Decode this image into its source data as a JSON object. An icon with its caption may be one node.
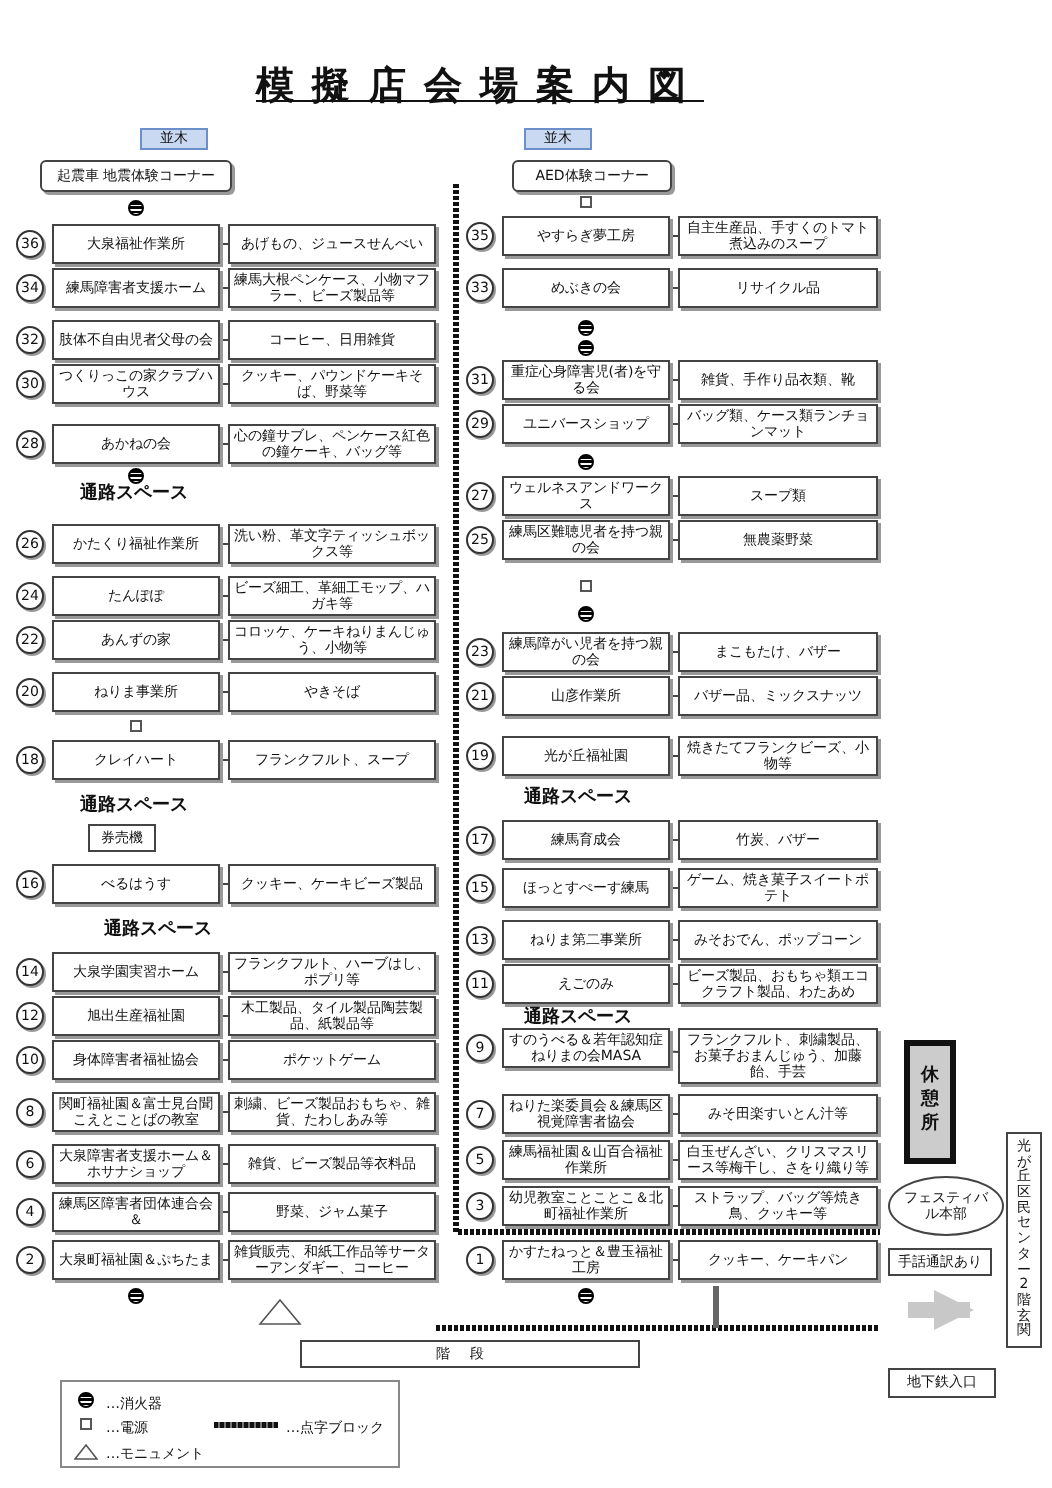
{
  "diagram": {
    "title": "模擬店会場案内図",
    "nodes": [
      {
        "text": [
          "並木"
        ]
      },
      {
        "text": [
          "並木"
        ]
      },
      {
        "text": [
          "起震車 地震体験コーナー"
        ]
      },
      {
        "text": [
          "AED体験コーナー"
        ]
      },
      {
        "text": [
          "36"
        ]
      },
      {
        "text": [
          "大泉福祉作業所"
        ]
      },
      {
        "text": [
          "あげもの、ジュースせんべい"
        ]
      },
      {
        "text": [
          "34"
        ]
      },
      {
        "text": [
          "練馬障害者支援ホーム"
        ]
      },
      {
        "text": [
          "練馬大根ペンケース、小物マフラー、ビーズ製品等"
        ]
      },
      {
        "text": [
          "32"
        ]
      },
      {
        "text": [
          "肢体不自由児者父母の会"
        ]
      },
      {
        "text": [
          "コーヒー、日用雑貨"
        ]
      },
      {
        "text": [
          "30"
        ]
      },
      {
        "text": [
          "つくりっこの家クラブハウス"
        ]
      },
      {
        "text": [
          "クッキー、パウンドケーキそば、野菜等"
        ]
      },
      {
        "text": [
          "28"
        ]
      },
      {
        "text": [
          "あかねの会"
        ]
      },
      {
        "text": [
          "心の鐘サブレ、ペンケース紅色の鐘ケーキ、バッグ等"
        ]
      },
      {
        "text": [
          "26"
        ]
      },
      {
        "text": [
          "かたくり福祉作業所"
        ]
      },
      {
        "text": [
          "洗い粉、革文字ティッシュボックス等"
        ]
      },
      {
        "text": [
          "24"
        ]
      },
      {
        "text": [
          "たんぽぽ"
        ]
      },
      {
        "text": [
          "ビーズ細工、革細工モップ、ハガキ等"
        ]
      },
      {
        "text": [
          "22"
        ]
      },
      {
        "text": [
          "あんずの家"
        ]
      },
      {
        "text": [
          "コロッケ、ケーキねりまんじゅう、小物等"
        ]
      },
      {
        "text": [
          "20"
        ]
      },
      {
        "text": [
          "ねりま事業所"
        ]
      },
      {
        "text": [
          "やきそば"
        ]
      },
      {
        "text": [
          "18"
        ]
      },
      {
        "text": [
          "クレイハート"
        ]
      },
      {
        "text": [
          "フランクフルト、スープ"
        ]
      },
      {
        "text": [
          "16"
        ]
      },
      {
        "text": [
          "べるはうす"
        ]
      },
      {
        "text": [
          "クッキー、ケーキビーズ製品"
        ]
      },
      {
        "text": [
          "14"
        ]
      },
      {
        "text": [
          "大泉学園実習ホーム"
        ]
      },
      {
        "text": [
          "フランクフルト、ハーブはし、ポプリ等"
        ]
      },
      {
        "text": [
          "12"
        ]
      },
      {
        "text": [
          "旭出生産福祉園"
        ]
      },
      {
        "text": [
          "木工製品、タイル製品陶芸製品、紙製品等"
        ]
      },
      {
        "text": [
          "10"
        ]
      },
      {
        "text": [
          "身体障害者福祉協会"
        ]
      },
      {
        "text": [
          "ポケットゲーム"
        ]
      },
      {
        "text": [
          "8"
        ]
      },
      {
        "text": [
          "関町福祉園＆富士見台聞こえとことばの教室"
        ]
      },
      {
        "text": [
          "刺繍、ビーズ製品おもちゃ、雑貨、たわしあみ等"
        ]
      },
      {
        "text": [
          "6"
        ]
      },
      {
        "text": [
          "大泉障害者支援ホーム＆ホサナショップ"
        ]
      },
      {
        "text": [
          "雑貨、ビーズ製品等衣料品"
        ]
      },
      {
        "text": [
          "4"
        ]
      },
      {
        "text": [
          "練馬区障害者団体連合会＆"
        ]
      },
      {
        "text": [
          "野菜、ジャム菓子"
        ]
      },
      {
        "text": [
          "2"
        ]
      },
      {
        "text": [
          "大泉町福祉園＆ぷちたま"
        ]
      },
      {
        "text": [
          "雑貨販売、和紙工作品等サーターアンダギー、コーヒー"
        ]
      },
      {
        "text": [
          "35"
        ]
      },
      {
        "text": [
          "やすらぎ夢工房"
        ]
      },
      {
        "text": [
          "自主生産品、手すくのトマト煮込みのスープ"
        ]
      },
      {
        "text": [
          "33"
        ]
      },
      {
        "text": [
          "めぶきの会"
        ]
      },
      {
        "text": [
          "リサイクル品"
        ]
      },
      {
        "text": [
          "31"
        ]
      },
      {
        "text": [
          "重症心身障害児(者)を守る会"
        ]
      },
      {
        "text": [
          "雑貨、手作り品衣類、靴"
        ]
      },
      {
        "text": [
          "29"
        ]
      },
      {
        "text": [
          "ユニバースショップ"
        ]
      },
      {
        "text": [
          "バッグ類、ケース類ランチョンマット"
        ]
      },
      {
        "text": [
          "27"
        ]
      },
      {
        "text": [
          "ウェルネスアンドワークス"
        ]
      },
      {
        "text": [
          "スープ類"
        ]
      },
      {
        "text": [
          "25"
        ]
      },
      {
        "text": [
          "練馬区難聴児者を持つ親の会"
        ]
      },
      {
        "text": [
          "無農薬野菜"
        ]
      },
      {
        "text": [
          "23"
        ]
      },
      {
        "text": [
          "練馬障がい児者を持つ親の会"
        ]
      },
      {
        "text": [
          "まこもたけ、バザー"
        ]
      },
      {
        "text": [
          "21"
        ]
      },
      {
        "text": [
          "山彦作業所"
        ]
      },
      {
        "text": [
          "バザー品、ミックスナッツ"
        ]
      },
      {
        "text": [
          "19"
        ]
      },
      {
        "text": [
          "光が丘福祉園"
        ]
      },
      {
        "text": [
          "焼きたてフランクビーズ、小物等"
        ]
      },
      {
        "text": [
          "17"
        ]
      },
      {
        "text": [
          "練馬育成会"
        ]
      },
      {
        "text": [
          "竹炭、バザー"
        ]
      },
      {
        "text": [
          "15"
        ]
      },
      {
        "text": [
          "ほっとすぺーす練馬"
        ]
      },
      {
        "text": [
          "ゲーム、焼き菓子スイートポテト"
        ]
      },
      {
        "text": [
          "13"
        ]
      },
      {
        "text": [
          "ねりま第二事業所"
        ]
      },
      {
        "text": [
          "みそおでん、ポップコーン"
        ]
      },
      {
        "text": [
          "11"
        ]
      },
      {
        "text": [
          "えごのみ"
        ]
      },
      {
        "text": [
          "ビーズ製品、おもちゃ類エコクラフト製品、わたあめ"
        ]
      },
      {
        "text": [
          "9"
        ]
      },
      {
        "text": [
          "すのうべる＆若年認知症ねりまの会MASA"
        ]
      },
      {
        "text": [
          "フランクフルト、刺繍製品、お菓子おまんじゅう、加藤飴、手芸"
        ]
      },
      {
        "text": [
          "7"
        ]
      },
      {
        "text": [
          "ねりた楽委員会＆練馬区視覚障害者協会"
        ]
      },
      {
        "text": [
          "みそ田楽すいとん汁等"
        ]
      },
      {
        "text": [
          "5"
        ]
      },
      {
        "text": [
          "練馬福祉園＆山百合福祉作業所"
        ]
      },
      {
        "text": [
          "白玉ぜんざい、クリスマスリース等梅干し、さをり織り等"
        ]
      },
      {
        "text": [
          "3"
        ]
      },
      {
        "text": [
          "幼児教室ことことこ＆北町福祉作業所"
        ]
      },
      {
        "text": [
          "ストラップ、バッグ等焼き鳥、クッキー等"
        ]
      },
      {
        "text": [
          "1"
        ]
      },
      {
        "text": [
          "かすたねっと＆豊玉福祉工房"
        ]
      },
      {
        "text": [
          "クッキー、ケーキパン"
        ]
      },
      {
        "text": [
          "券売機"
        ]
      },
      {
        "text": [
          "休憩所"
        ]
      },
      {
        "text": [
          "フェスティバル本部"
        ]
      },
      {
        "text": [
          "手話通訳あり"
        ]
      },
      {
        "text": [
          "光が丘区民センター2階玄関"
        ]
      },
      {
        "text": [
          "地下鉄入口"
        ]
      },
      {
        "text": [
          "階段"
        ]
      }
    ],
    "edges": [
      {
        "from": 6,
        "to": 5,
        "arrow": "none"
      },
      {
        "from": 9,
        "to": 8,
        "arrow": "none"
      },
      {
        "from": 12,
        "to": 11,
        "arrow": "none"
      },
      {
        "from": 15,
        "to": 14,
        "arrow": "none"
      },
      {
        "from": 18,
        "to": 17,
        "arrow": "none"
      },
      {
        "from": 21,
        "to": 20,
        "arrow": "none"
      },
      {
        "from": 24,
        "to": 23,
        "arrow": "none"
      },
      {
        "from": 27,
        "to": 26,
        "arrow": "none"
      },
      {
        "from": 30,
        "to": 29,
        "arrow": "none"
      },
      {
        "from": 33,
        "to": 32,
        "arrow": "none"
      },
      {
        "from": 36,
        "to": 35,
        "arrow": "none"
      },
      {
        "from": 39,
        "to": 38,
        "arrow": "none"
      },
      {
        "from": 42,
        "to": 41,
        "arrow": "none"
      },
      {
        "from": 45,
        "to": 44,
        "arrow": "none"
      },
      {
        "from": 48,
        "to": 47,
        "arrow": "none"
      },
      {
        "from": 51,
        "to": 50,
        "arrow": "none"
      },
      {
        "from": 54,
        "to": 53,
        "arrow": "none"
      },
      {
        "from": 57,
        "to": 56,
        "arrow": "none"
      },
      {
        "from": 60,
        "to": 59,
        "arrow": "none"
      },
      {
        "from": 63,
        "to": 62,
        "arrow": "none"
      },
      {
        "from": 66,
        "to": 65,
        "arrow": "none"
      },
      {
        "from": 69,
        "to": 68,
        "arrow": "none"
      },
      {
        "from": 72,
        "to": 71,
        "arrow": "none"
      },
      {
        "from": 75,
        "to": 74,
        "arrow": "none"
      },
      {
        "from": 78,
        "to": 77,
        "arrow": "none"
      },
      {
        "from": 81,
        "to": 80,
        "arrow": "none"
      },
      {
        "from": 84,
        "to": 83,
        "arrow": "none"
      },
      {
        "from": 87,
        "to": 86,
        "arrow": "none"
      },
      {
        "from": 90,
        "to": 89,
        "arrow": "none"
      },
      {
        "from": 93,
        "to": 92,
        "arrow": "none"
      },
      {
        "from": 96,
        "to": 95,
        "arrow": "none"
      },
      {
        "from": 99,
        "to": 98,
        "arrow": "none"
      },
      {
        "from": 102,
        "to": 101,
        "arrow": "none"
      },
      {
        "from": 105,
        "to": 104,
        "arrow": "none"
      },
      {
        "from": 108,
        "to": 107,
        "arrow": "none"
      },
      {
        "from": 111,
        "to": 110,
        "arrow": "none"
      },
      {
        "from": null,
        "to": 116,
        "arrow": "to",
        "style": "thick",
        "color": "#c8c8c8"
      }
    ],
    "labels": [
      "通路スペース",
      "通路スペース",
      "通路スペース",
      "通路スペース",
      "通路スペース"
    ],
    "legend": [
      {
        "text": "…消火器"
      },
      {
        "text": "…電源"
      },
      {
        "text": "…点字ブロック"
      },
      {
        "text": "…モニュメント"
      }
    ]
  }
}
